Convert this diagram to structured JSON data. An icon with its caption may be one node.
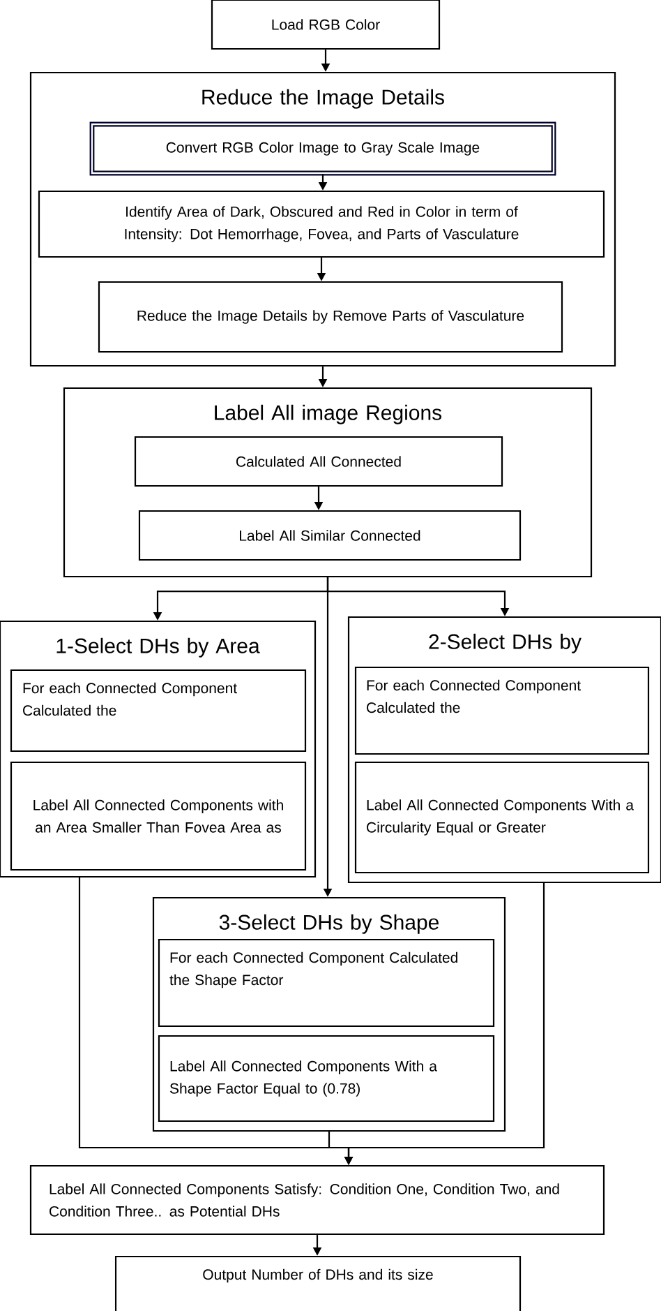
{
  "diagram": {
    "nodes": [
      {
        "text": [
          "Load RGB Color"
        ]
      },
      {
        "text": [
          "Reduce the Image Details"
        ]
      },
      {
        "text": [
          "Convert RGB Color Image to Gray Scale Image"
        ],
        "in": 1
      },
      {
        "text": [
          "Identify Area of Dark, Obscured and Red in Color in term of Intensity: Dot Hemorrhage, Fovea, and Parts of Vasculature"
        ],
        "in": 1
      },
      {
        "text": [
          "Reduce the Image Details by Remove Parts of Vasculature"
        ],
        "in": 1
      },
      {
        "text": [
          "Label All image Regions"
        ]
      },
      {
        "text": [
          "Calculated All Connected"
        ],
        "in": 5
      },
      {
        "text": [
          "Label All Similar Connected"
        ],
        "in": 5
      },
      {
        "text": [
          "1-Select DHs by Area"
        ]
      },
      {
        "text": [
          "For each Connected Component Calculated the"
        ],
        "in": 8
      },
      {
        "text": [
          "Label All Connected Components with an Area Smaller Than Fovea Area as"
        ],
        "in": 8
      },
      {
        "text": [
          "2-Select DHs by"
        ]
      },
      {
        "text": [
          "For each Connected Component Calculated the"
        ],
        "in": 11
      },
      {
        "text": [
          "Label All Connected Components With a Circularity Equal or Greater"
        ],
        "in": 11
      },
      {
        "text": [
          "3-Select DHs by Shape"
        ]
      },
      {
        "text": [
          "For each Connected Component Calculated the Shape Factor"
        ],
        "in": 14
      },
      {
        "text": [
          "Label All Connected Components With a Shape Factor Equal to (0.78)"
        ],
        "in": 14
      },
      {
        "text": [
          "Label All Connected Components Satisfy: Condition One, Condition Two, and Condition Three.. as Potential DHs"
        ]
      },
      {
        "text": [
          "Output Number of  DHs and its size"
        ]
      }
    ],
    "edges": [
      {
        "from": 0,
        "to": 1,
        "arrow": "to"
      },
      {
        "from": 2,
        "to": 3,
        "arrow": "to"
      },
      {
        "from": 3,
        "to": 4,
        "arrow": "to"
      },
      {
        "from": 1,
        "to": 5,
        "arrow": "to"
      },
      {
        "from": 6,
        "to": 7,
        "arrow": "to"
      },
      {
        "from": 5,
        "to": 8,
        "arrow": "to"
      },
      {
        "from": 5,
        "to": 11,
        "arrow": "to"
      },
      {
        "from": 5,
        "to": 14,
        "arrow": "to"
      },
      {
        "from": 8,
        "to": 17,
        "arrow": "to"
      },
      {
        "from": 14,
        "to": 17,
        "arrow": "to"
      },
      {
        "from": 11,
        "to": 17,
        "arrow": "to"
      },
      {
        "from": 17,
        "to": 18,
        "arrow": "to"
      }
    ]
  }
}
